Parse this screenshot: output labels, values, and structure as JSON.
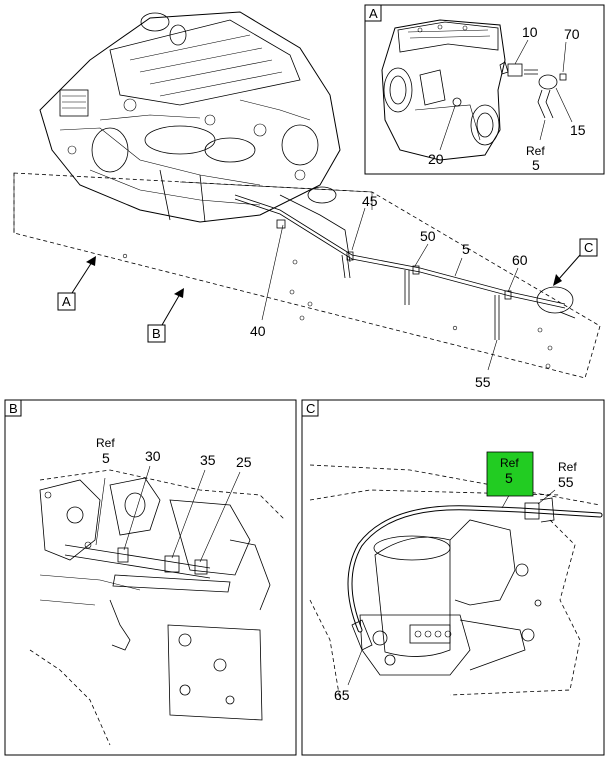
{
  "main": {
    "callouts": {
      "c45": "45",
      "c50": "50",
      "c5": "5",
      "c60": "60",
      "c40": "40",
      "c55": "55"
    },
    "view_labels": {
      "A": "A",
      "B": "B",
      "C": "C"
    }
  },
  "detail_a": {
    "letter": "A",
    "callouts": {
      "c10": "10",
      "c70": "70",
      "c15": "15",
      "c20": "20"
    },
    "ref_label": "Ref",
    "ref_value": "5"
  },
  "detail_b": {
    "letter": "B",
    "callouts": {
      "c30": "30",
      "c35": "35",
      "c25": "25"
    },
    "ref_label": "Ref",
    "ref_value": "5"
  },
  "detail_c": {
    "letter": "C",
    "highlight_ref_label": "Ref",
    "highlight_ref_value": "5",
    "ref55_label": "Ref",
    "ref55_value": "55",
    "callouts": {
      "c65": "65"
    },
    "highlight_color": "#22cc22"
  }
}
